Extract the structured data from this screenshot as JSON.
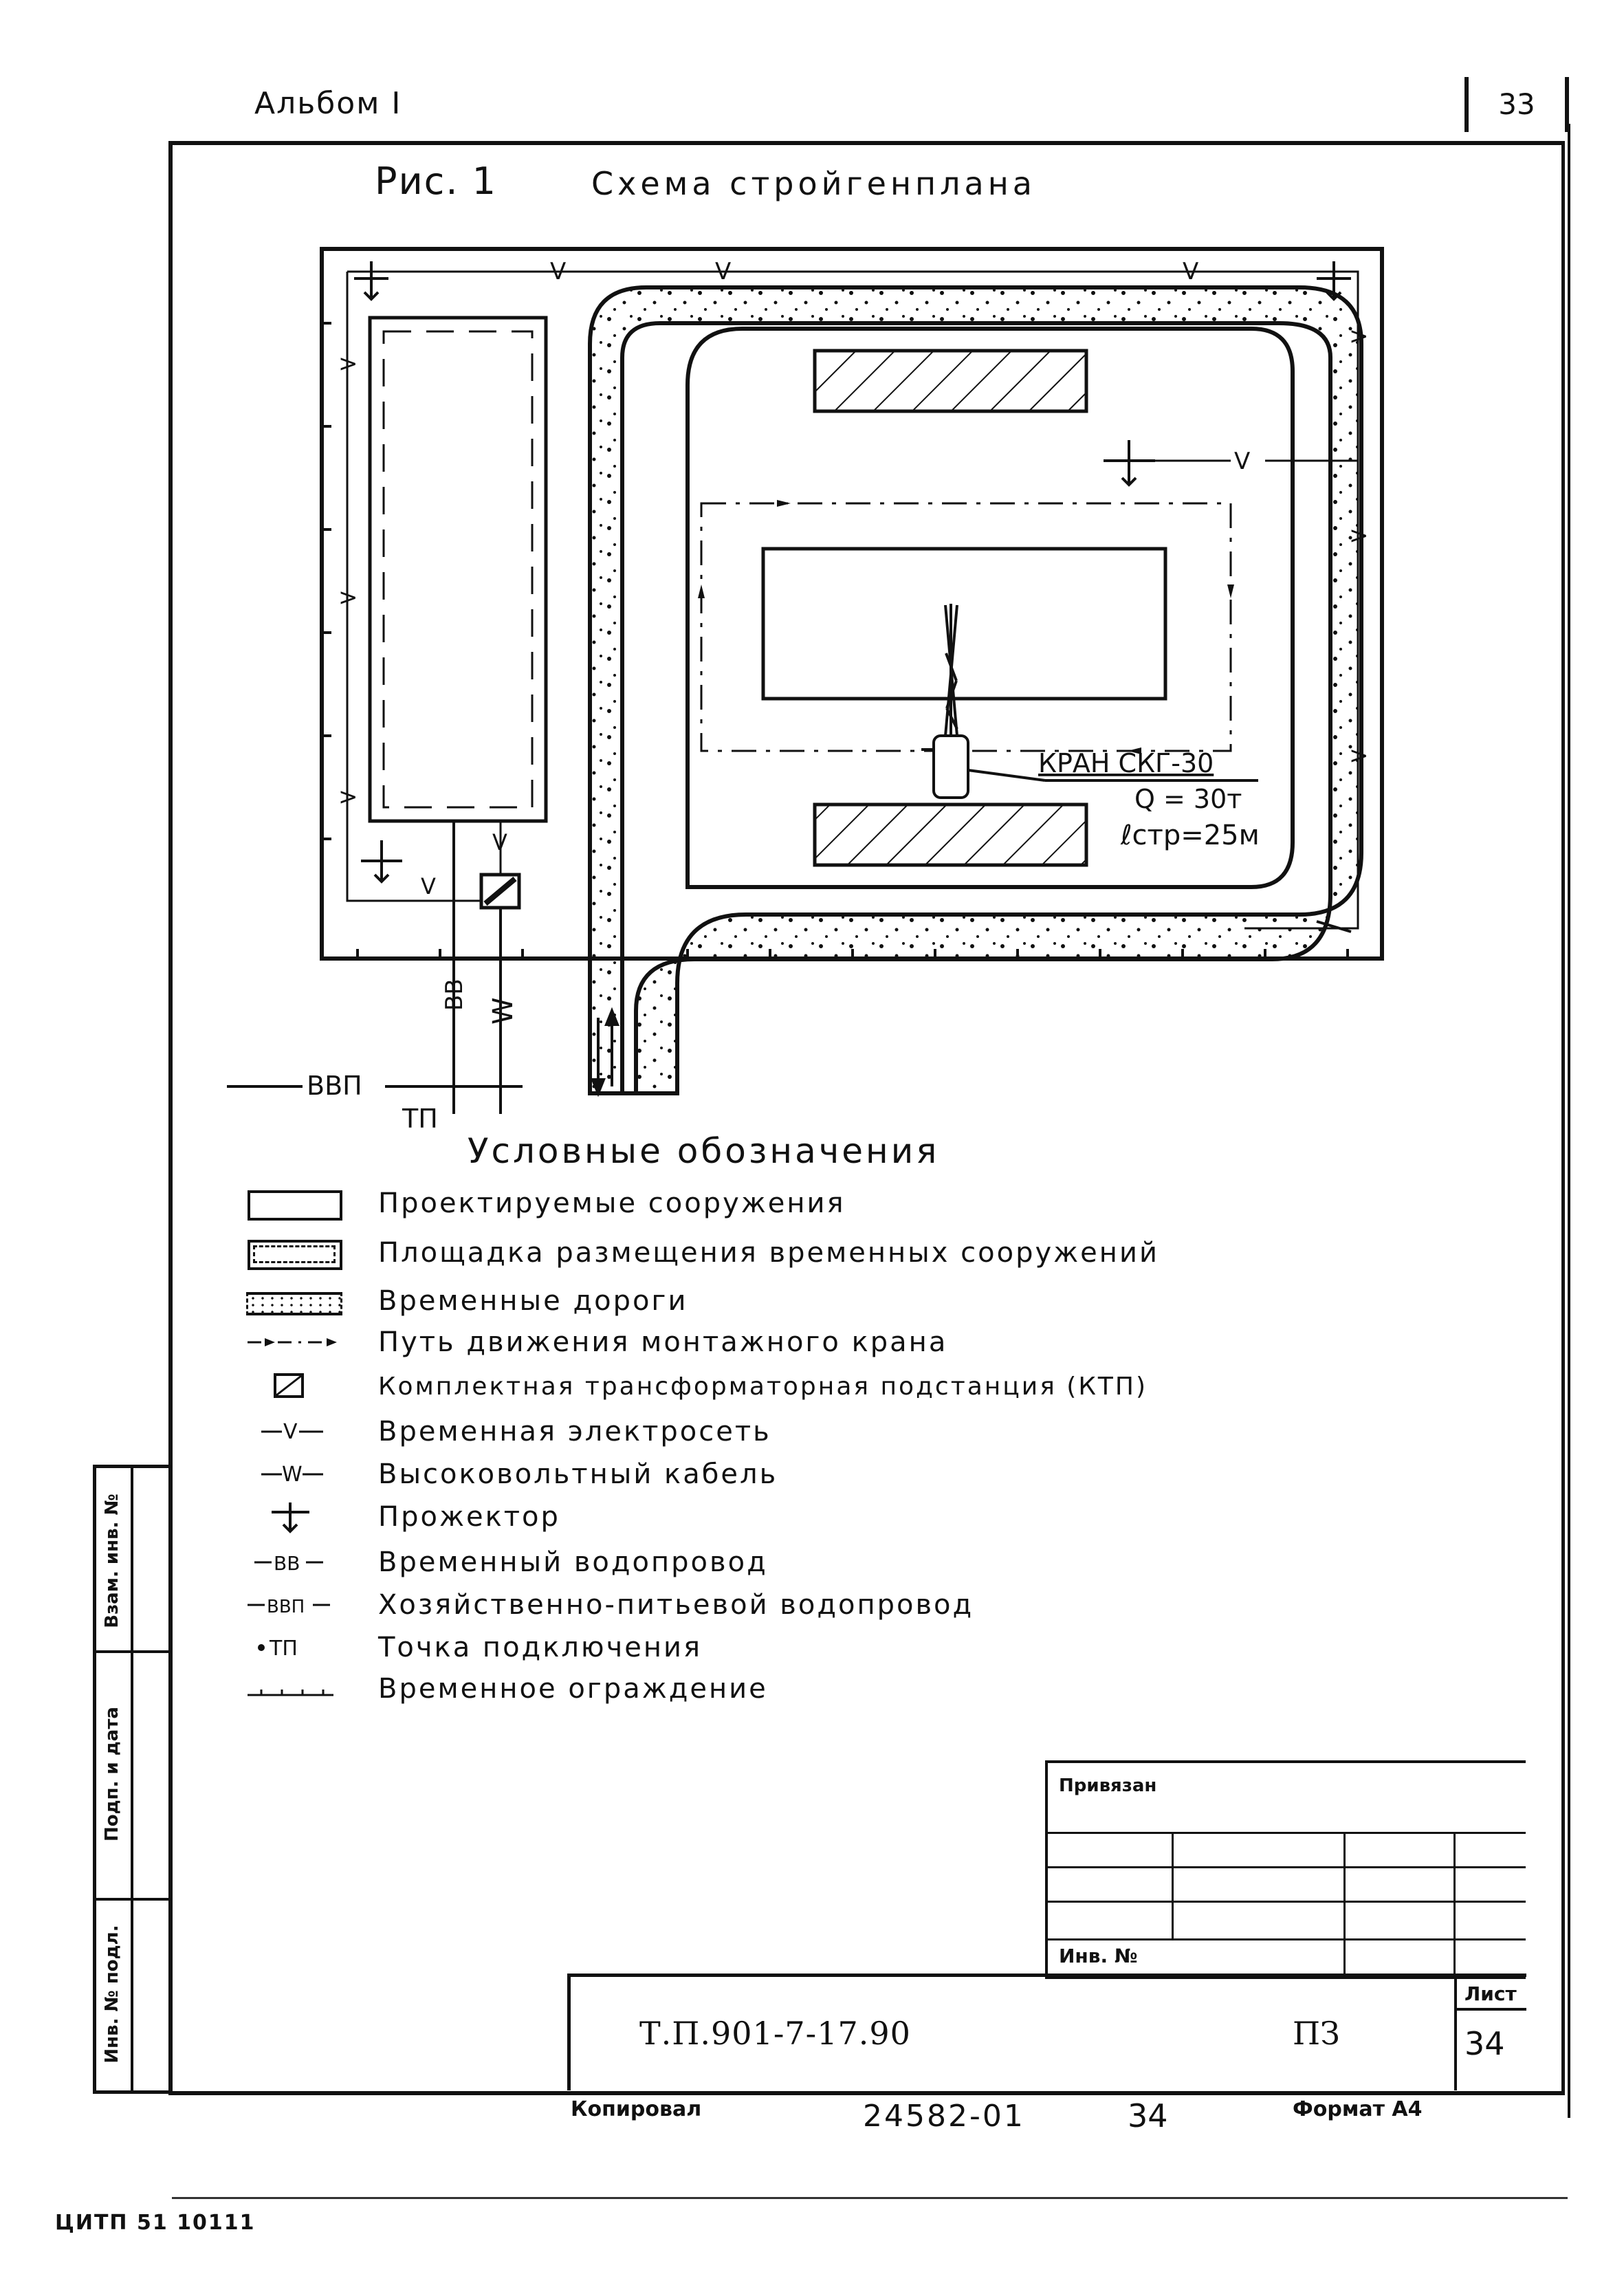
{
  "header": {
    "album": "Альбом I",
    "page_number": "33"
  },
  "figure": {
    "label": "Рис. 1",
    "title": "Схема стройгенплана"
  },
  "plan": {
    "crane_label": "КРАН СКГ-30",
    "crane_load": "Q = 30т",
    "crane_boom": "ℓстр=25м",
    "pipe_vvp": "ВВП",
    "pipe_tp": "ТП",
    "pipe_vv": "ВВ",
    "pipe_w": "W",
    "line_v": "V"
  },
  "legend": {
    "title": "Условные обозначения",
    "items": [
      {
        "symbol": "rect-icon",
        "text": "Проектируемые сооружения"
      },
      {
        "symbol": "dashed-rect-icon",
        "text": "Площадка размещения временных сооружений"
      },
      {
        "symbol": "dotted-road-icon",
        "text": "Временные дороги"
      },
      {
        "symbol": "crane-path-icon",
        "text": "Путь движения монтажного крана"
      },
      {
        "symbol": "substation-icon",
        "text": "Комплектная трансформаторная подстанция (КТП)"
      },
      {
        "symbol": "power-line-icon",
        "text": "Временная электросеть"
      },
      {
        "symbol": "hv-cable-icon",
        "text": "Высоковольтный кабель"
      },
      {
        "symbol": "floodlight-icon",
        "text": "Прожектор"
      },
      {
        "symbol": "water-pipe-icon",
        "text": "Временный водопровод"
      },
      {
        "symbol": "drinking-water-icon",
        "text": "Хозяйственно-питьевой водопровод"
      },
      {
        "symbol": "connection-point-icon",
        "text": "Точка подключения"
      },
      {
        "symbol": "fence-icon",
        "text": "Временное ограждение"
      }
    ],
    "symbol_labels": {
      "power": "V",
      "hv": "W",
      "water": "ВВ",
      "drinking": "ВВП",
      "tp": "ТП"
    }
  },
  "side_stamp": {
    "cells": [
      "Взам. инв. №",
      "Подп. и дата",
      "Инв. № подл."
    ]
  },
  "title_block": {
    "privyazan": "Привязан",
    "inv_no": "Инв. №",
    "doc_code": "Т.П.901-7-17.90",
    "section": "ПЗ",
    "sheet_label": "Лист",
    "sheet_number": "34"
  },
  "footer": {
    "copied": "Копировал",
    "order_no": "24582-01",
    "page": "34",
    "format": "Формат А4",
    "printer": "ЦИТП 51 10111"
  }
}
